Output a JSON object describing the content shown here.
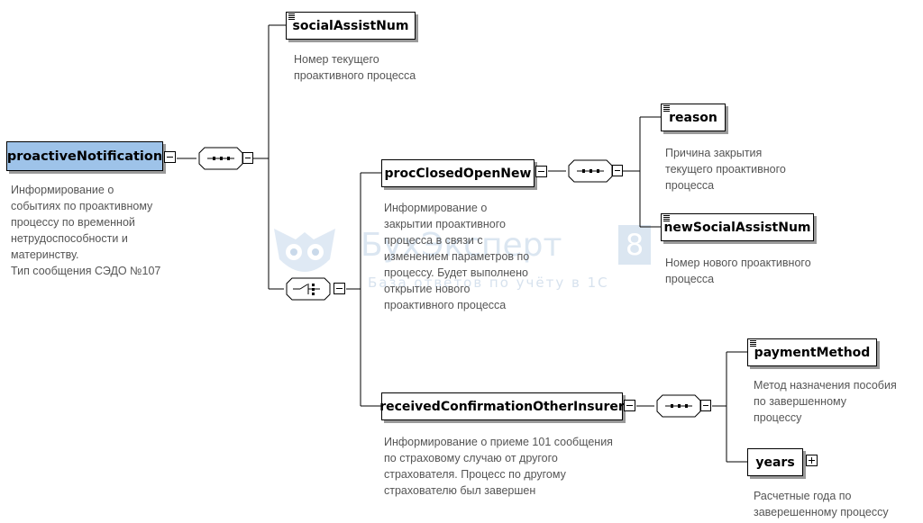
{
  "nodes": {
    "root": {
      "name": "proactiveNotification",
      "description": [
        "Информирование о",
        "событиях по проактивному",
        "процессу по временной",
        "нетрудоспособности и",
        "материнству.",
        "Тип сообщения СЭДО №107"
      ]
    },
    "social_assist_num": {
      "name": "socialAssistNum",
      "description": [
        "Номер текущего",
        "проактивного процесса"
      ]
    },
    "proc_closed_open_new": {
      "name": "procClosedOpenNew",
      "description": [
        "Информирование о",
        "закрытии проактивного",
        "процесса в связи с",
        "изменением параметров по",
        "процессу. Будет выполнено",
        "открытие нового",
        "проактивного процесса"
      ]
    },
    "reason": {
      "name": "reason",
      "description": [
        "Причина закрытия",
        "текущего проактивного",
        "процесса"
      ]
    },
    "new_social_assist_num": {
      "name": "newSocialAssistNum",
      "description": [
        "Номер нового проактивного",
        "процесса"
      ]
    },
    "received_confirmation": {
      "name": "receivedConfirmationOtherInsurer",
      "description": [
        "Информирование о приеме 101 сообщения",
        "по страховому случаю от другого",
        "страхователя. Процесс по другому",
        "страхователю был завершен"
      ]
    },
    "payment_method": {
      "name": "paymentMethod",
      "description": [
        "Метод назначения пособия",
        "по завершенному",
        "процессу"
      ]
    },
    "years": {
      "name": "years",
      "description": [
        "Расчетные года по",
        "заверешенному процессу"
      ]
    }
  },
  "watermark": {
    "brand_main": "БухЭксперт",
    "brand_digit": "8",
    "tagline": "База ответов по учёту в 1С"
  },
  "colors": {
    "root_fill": "#9ec3e9",
    "line": "#000000",
    "description_text": "#555555",
    "shadow": "#9a9a9a",
    "watermark": "#c9d9ea"
  }
}
